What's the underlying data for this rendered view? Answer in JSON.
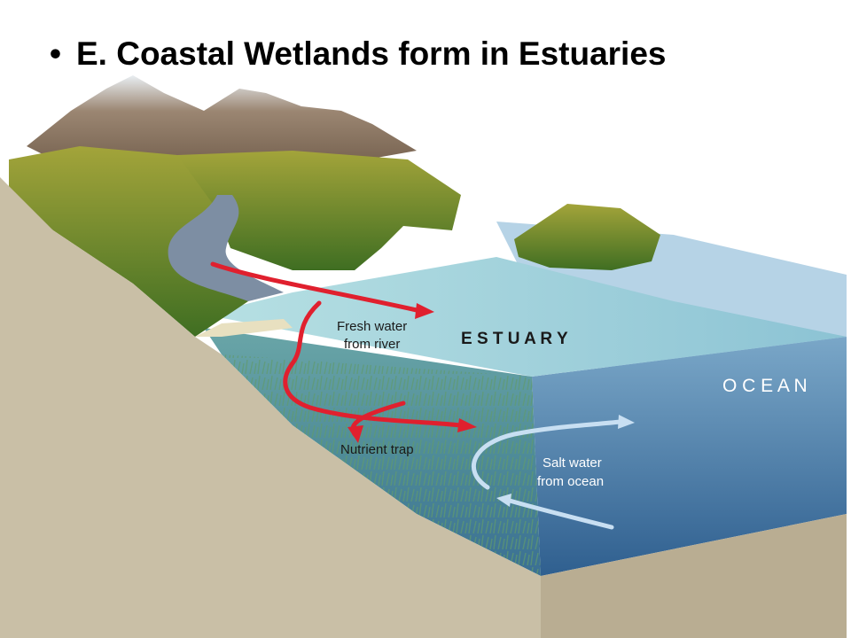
{
  "slide": {
    "bullet": "•",
    "title": "E. Coastal Wetlands form in Estuaries"
  },
  "diagram": {
    "labels": {
      "fresh_water_line1": "Fresh water",
      "fresh_water_line2": "from river",
      "estuary": "E S T U A R Y",
      "ocean": "O C E A N",
      "nutrient_trap": "Nutrient trap",
      "salt_water_line1": "Salt water",
      "salt_water_line2": "from ocean"
    },
    "colors": {
      "fresh_water_arrow": "#e0202e",
      "salt_water_arrow": "#c8dff2",
      "ocean": "#3f73a6",
      "estuary_surface": "#9fd0d8",
      "soil": "#c9bfa6",
      "forest": "#4f7f2a",
      "mountain": "#8a7560"
    }
  }
}
